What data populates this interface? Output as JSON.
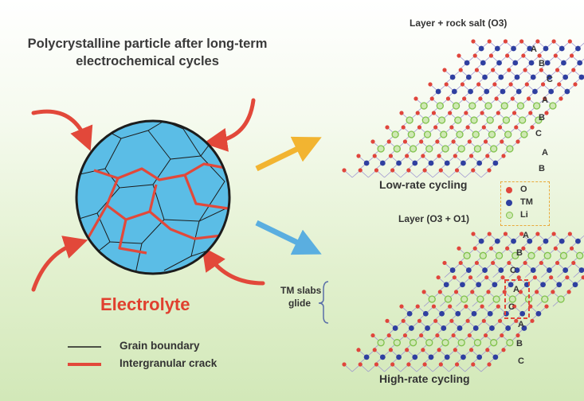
{
  "title_line1": "Polycrystalline particle after long-term",
  "title_line2": "electrochemical cycles",
  "electrolyte_label": "Electrolyte",
  "legend": {
    "grain_boundary": "Grain boundary",
    "intergranular_crack": "Intergranular crack"
  },
  "top_structure": {
    "title": "Layer + rock salt (O3)",
    "caption": "Low-rate cycling",
    "stacking": [
      "A",
      "B",
      "C",
      "A",
      "B",
      "C",
      "A",
      "B"
    ]
  },
  "bottom_structure": {
    "title": "Layer (O3 + O1)",
    "caption": "High-rate cycling",
    "stacking": [
      "A",
      "B",
      "C",
      "A",
      "C",
      "A",
      "B",
      "C"
    ],
    "glide_line1": "TM slabs",
    "glide_line2": "glide"
  },
  "atom_legend": {
    "o": "O",
    "tm": "TM",
    "li": "Li"
  },
  "colors": {
    "particle": "#5bbde6",
    "crack": "#e2483a",
    "arrow_red": "#e2483a",
    "arrow_yellow": "#f2b431",
    "arrow_blue": "#5aaee0",
    "oxygen": "#e0453c",
    "tm": "#2f3fa0",
    "li": "#7fc24a"
  }
}
